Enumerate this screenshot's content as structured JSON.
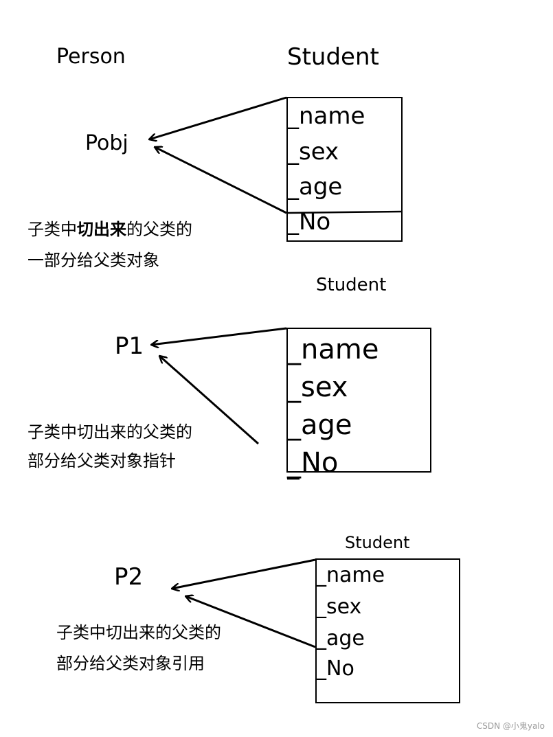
{
  "section1": {
    "parent_label": "Person",
    "child_label": "Student",
    "pointer_label": "Pobj",
    "fields": [
      "_name",
      "_sex",
      "_age",
      "_No"
    ],
    "caption_line1_a": "子类中",
    "caption_line1_b": "切出来",
    "caption_line1_c": "的父类的",
    "caption_line2": "一部分给父类对象"
  },
  "section2": {
    "child_label": "Student",
    "pointer_label": "P1",
    "fields": [
      "_name",
      "_sex",
      "_age",
      "_No"
    ],
    "caption_line1": "子类中切出来的父类的",
    "caption_line2": "部分给父类对象指针"
  },
  "section3": {
    "child_label": "Student",
    "pointer_label": "P2",
    "fields": [
      "_name",
      "_sex",
      "_age",
      "_No"
    ],
    "caption_line1": "子类中切出来的父类的",
    "caption_line2": "部分给父类对象引用"
  },
  "watermark": "CSDN @小鬼yalo"
}
